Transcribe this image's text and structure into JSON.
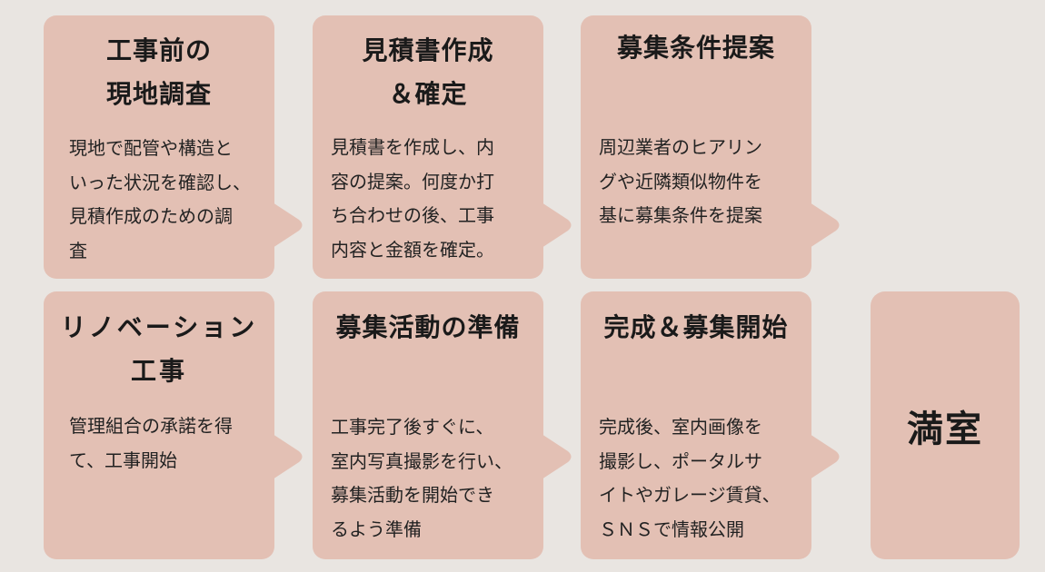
{
  "colors": {
    "background": "#e9e5e1",
    "box": "#e3c0b4",
    "text": "#1a1a1a"
  },
  "steps": [
    {
      "title": "工事前の\n現地調査",
      "body": "現地で配管や構造と\nいった状況を確認し、\n見積作成のための調\n査"
    },
    {
      "title": "見積書作成\n＆確定",
      "body": "見積書を作成し、内\n容の提案。何度か打\nち合わせの後、工事\n内容と金額を確定。"
    },
    {
      "title": "募集条件提案",
      "body": "周辺業者のヒアリン\nグや近隣類似物件を\n基に募集条件を提案"
    },
    {
      "title": "リノベーション\n工事",
      "body": "管理組合の承諾を得\nて、工事開始"
    },
    {
      "title": "募集活動の準備",
      "body": "工事完了後すぐに、\n室内写真撮影を行い、\n募集活動を開始でき\nるよう準備"
    },
    {
      "title": "完成＆募集開始",
      "body": "完成後、室内画像を\n撮影し、ポータルサ\nイトやガレージ賃貸、\nＳＮＳで情報公開"
    }
  ],
  "goal": {
    "label": "満室"
  },
  "icons": {
    "connector": "arrow-right-icon"
  }
}
